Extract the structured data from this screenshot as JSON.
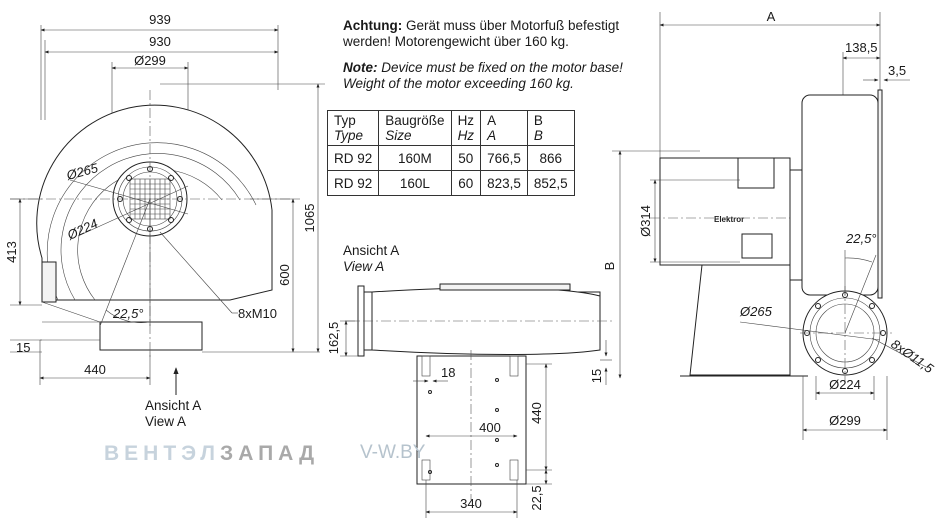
{
  "notes": {
    "german_bold": "Achtung:",
    "german_text": " Gerät muss über Motorfuß befestigt werden! Motorengewicht über 160 kg.",
    "english_bold": "Note:",
    "english_text": " Device must be fixed on the motor base! Weight of the motor exceeding 160 kg."
  },
  "table": {
    "headers": [
      {
        "de": "Typ",
        "en": "Type"
      },
      {
        "de": "Baugröße",
        "en": "Size"
      },
      {
        "de": "Hz",
        "en": "Hz"
      },
      {
        "de": "A",
        "en": "A"
      },
      {
        "de": "B",
        "en": "B"
      }
    ],
    "rows": [
      [
        "RD 92",
        "160M",
        "50",
        "766,5",
        "866"
      ],
      [
        "RD 92",
        "160L",
        "60",
        "823,5",
        "852,5"
      ]
    ]
  },
  "front_view": {
    "dims": {
      "w939": "939",
      "w930": "930",
      "d299": "Ø299",
      "d265": "Ø265",
      "d224": "Ø224",
      "h413": "413",
      "h600": "600",
      "h1065": "1065",
      "w15": "15",
      "w440": "440",
      "angle": "22,5°",
      "holes": "8xM10"
    },
    "view_label_de": "Ansicht A",
    "view_label_en": "View A"
  },
  "view_a": {
    "title_de": "Ansicht A",
    "title_en": "View A",
    "dims": {
      "h162": "162,5",
      "w18": "18",
      "w400": "400",
      "h440": "440",
      "h15": "15",
      "w340": "340",
      "h22": "22,5"
    }
  },
  "side_view": {
    "dims": {
      "A": "A",
      "w138": "138,5",
      "w3": "3,5",
      "d314": "Ø314",
      "B": "B",
      "angle": "22,5°",
      "d265": "Ø265",
      "holes": "8xØ11,5",
      "d224": "Ø224",
      "d299": "Ø299"
    },
    "motor_label": "Elektror"
  },
  "watermark": {
    "brand_part1": "ВЕНТЭЛ",
    "brand_part2": "ЗАПАД",
    "site": "V-W.BY"
  }
}
